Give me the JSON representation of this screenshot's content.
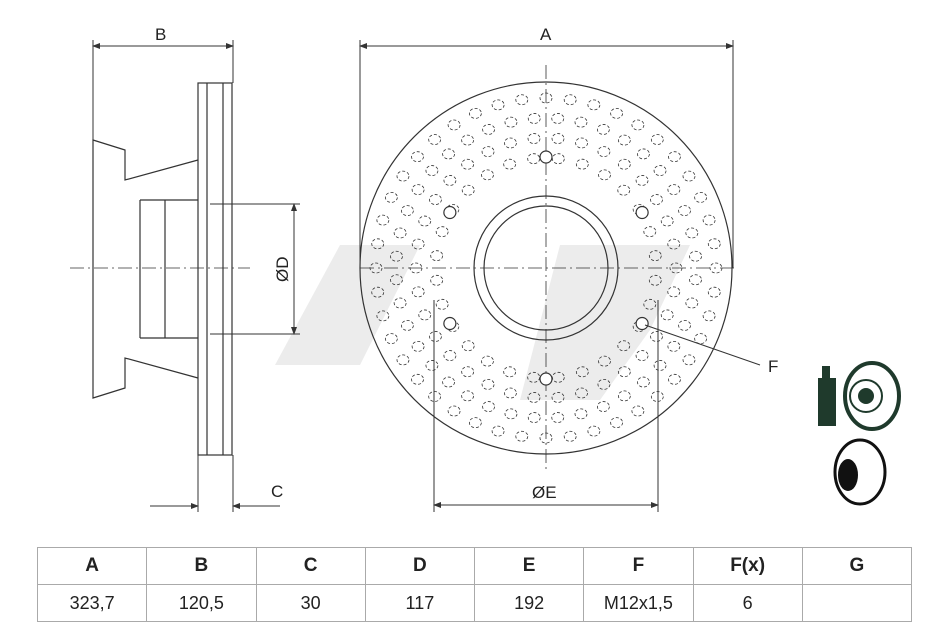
{
  "drawing": {
    "labels": {
      "A": "A",
      "B": "B",
      "C": "C",
      "D": "ØD",
      "E": "ØE",
      "F": "F"
    },
    "icons": [
      "spray-can-disc-icon",
      "brake-disc-icon"
    ]
  },
  "table": {
    "headers": [
      "A",
      "B",
      "C",
      "D",
      "E",
      "F",
      "F(x)",
      "G"
    ],
    "values": [
      "323,7",
      "120,5",
      "30",
      "117",
      "192",
      "M12x1,5",
      "6",
      ""
    ]
  }
}
